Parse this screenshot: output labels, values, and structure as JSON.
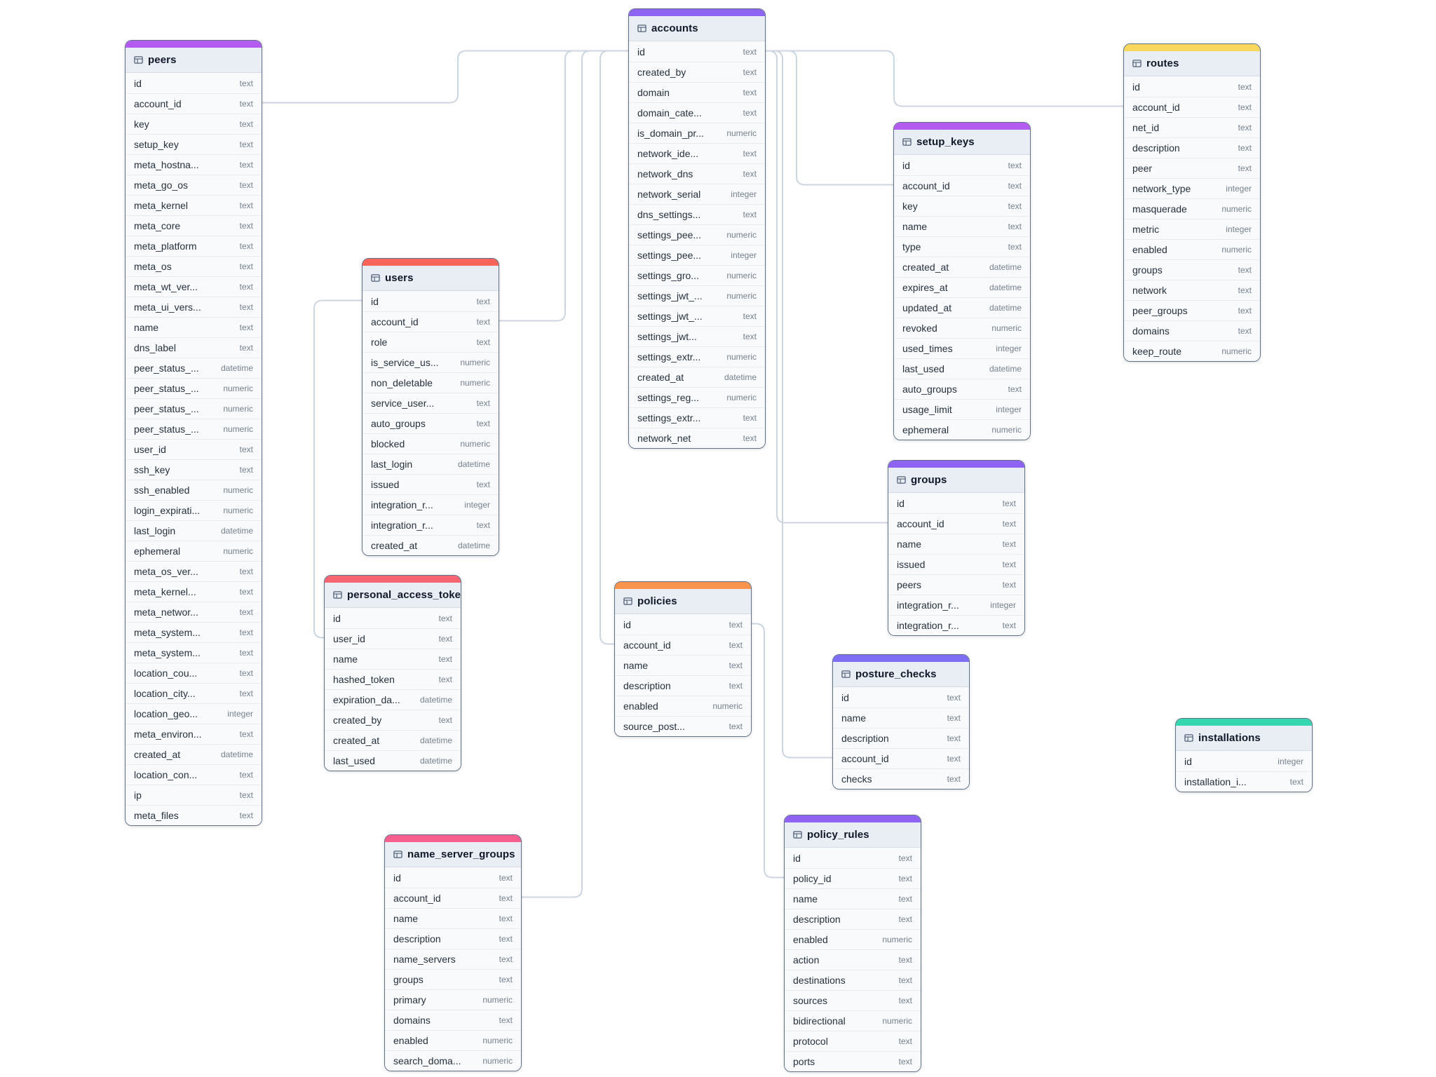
{
  "colors": {
    "canvas_background": "#ffffff",
    "connector": "#ccd6e0",
    "table_border": "#5f6f85",
    "header_background": "#e9eef5"
  },
  "table_icon": "table-grid-icon",
  "relationships": [
    {
      "from": "peers.account_id",
      "to": "accounts.id"
    },
    {
      "from": "users.account_id",
      "to": "accounts.id"
    },
    {
      "from": "name_server_groups.account_id",
      "to": "accounts.id"
    },
    {
      "from": "policies.account_id",
      "to": "accounts.id"
    },
    {
      "from": "setup_keys.account_id",
      "to": "accounts.id"
    },
    {
      "from": "groups.account_id",
      "to": "accounts.id"
    },
    {
      "from": "posture_checks.account_id",
      "to": "accounts.id"
    },
    {
      "from": "routes.account_id",
      "to": "accounts.id"
    },
    {
      "from": "policy_rules.policy_id",
      "to": "policies.id"
    },
    {
      "from": "personal_access_tokens.user_id",
      "to": "users.id"
    }
  ],
  "tables": [
    {
      "name": "peers",
      "accent": "#b55cf0",
      "fields": [
        {
          "name": "id",
          "type": "text"
        },
        {
          "name": "account_id",
          "type": "text"
        },
        {
          "name": "key",
          "type": "text"
        },
        {
          "name": "setup_key",
          "type": "text"
        },
        {
          "name": "meta_hostna...",
          "type": "text"
        },
        {
          "name": "meta_go_os",
          "type": "text"
        },
        {
          "name": "meta_kernel",
          "type": "text"
        },
        {
          "name": "meta_core",
          "type": "text"
        },
        {
          "name": "meta_platform",
          "type": "text"
        },
        {
          "name": "meta_os",
          "type": "text"
        },
        {
          "name": "meta_wt_ver...",
          "type": "text"
        },
        {
          "name": "meta_ui_vers...",
          "type": "text"
        },
        {
          "name": "name",
          "type": "text"
        },
        {
          "name": "dns_label",
          "type": "text"
        },
        {
          "name": "peer_status_...",
          "type": "datetime"
        },
        {
          "name": "peer_status_...",
          "type": "numeric"
        },
        {
          "name": "peer_status_...",
          "type": "numeric"
        },
        {
          "name": "peer_status_...",
          "type": "numeric"
        },
        {
          "name": "user_id",
          "type": "text"
        },
        {
          "name": "ssh_key",
          "type": "text"
        },
        {
          "name": "ssh_enabled",
          "type": "numeric"
        },
        {
          "name": "login_expirati...",
          "type": "numeric"
        },
        {
          "name": "last_login",
          "type": "datetime"
        },
        {
          "name": "ephemeral",
          "type": "numeric"
        },
        {
          "name": "meta_os_ver...",
          "type": "text"
        },
        {
          "name": "meta_kernel...",
          "type": "text"
        },
        {
          "name": "meta_networ...",
          "type": "text"
        },
        {
          "name": "meta_system...",
          "type": "text"
        },
        {
          "name": "meta_system...",
          "type": "text"
        },
        {
          "name": "location_cou...",
          "type": "text"
        },
        {
          "name": "location_city...",
          "type": "text"
        },
        {
          "name": "location_geo...",
          "type": "integer"
        },
        {
          "name": "meta_environ...",
          "type": "text"
        },
        {
          "name": "created_at",
          "type": "datetime"
        },
        {
          "name": "location_con...",
          "type": "text"
        },
        {
          "name": "ip",
          "type": "text"
        },
        {
          "name": "meta_files",
          "type": "text"
        }
      ]
    },
    {
      "name": "users",
      "accent": "#f9655b",
      "fields": [
        {
          "name": "id",
          "type": "text"
        },
        {
          "name": "account_id",
          "type": "text"
        },
        {
          "name": "role",
          "type": "text"
        },
        {
          "name": "is_service_us...",
          "type": "numeric"
        },
        {
          "name": "non_deletable",
          "type": "numeric"
        },
        {
          "name": "service_user...",
          "type": "text"
        },
        {
          "name": "auto_groups",
          "type": "text"
        },
        {
          "name": "blocked",
          "type": "numeric"
        },
        {
          "name": "last_login",
          "type": "datetime"
        },
        {
          "name": "issued",
          "type": "text"
        },
        {
          "name": "integration_r...",
          "type": "integer"
        },
        {
          "name": "integration_r...",
          "type": "text"
        },
        {
          "name": "created_at",
          "type": "datetime"
        }
      ]
    },
    {
      "name": "accounts",
      "accent": "#8f63f2",
      "fields": [
        {
          "name": "id",
          "type": "text"
        },
        {
          "name": "created_by",
          "type": "text"
        },
        {
          "name": "domain",
          "type": "text"
        },
        {
          "name": "domain_cate...",
          "type": "text"
        },
        {
          "name": "is_domain_pr...",
          "type": "numeric"
        },
        {
          "name": "network_ide...",
          "type": "text"
        },
        {
          "name": "network_dns",
          "type": "text"
        },
        {
          "name": "network_serial",
          "type": "integer"
        },
        {
          "name": "dns_settings...",
          "type": "text"
        },
        {
          "name": "settings_pee...",
          "type": "numeric"
        },
        {
          "name": "settings_pee...",
          "type": "integer"
        },
        {
          "name": "settings_gro...",
          "type": "numeric"
        },
        {
          "name": "settings_jwt_...",
          "type": "numeric"
        },
        {
          "name": "settings_jwt_...",
          "type": "text"
        },
        {
          "name": "settings_jwt...",
          "type": "text"
        },
        {
          "name": "settings_extr...",
          "type": "numeric"
        },
        {
          "name": "created_at",
          "type": "datetime"
        },
        {
          "name": "settings_reg...",
          "type": "numeric"
        },
        {
          "name": "settings_extr...",
          "type": "text"
        },
        {
          "name": "network_net",
          "type": "text"
        }
      ]
    },
    {
      "name": "personal_access_tokens",
      "accent": "#f86672",
      "fields": [
        {
          "name": "id",
          "type": "text"
        },
        {
          "name": "user_id",
          "type": "text"
        },
        {
          "name": "name",
          "type": "text"
        },
        {
          "name": "hashed_token",
          "type": "text"
        },
        {
          "name": "expiration_da...",
          "type": "datetime"
        },
        {
          "name": "created_by",
          "type": "text"
        },
        {
          "name": "created_at",
          "type": "datetime"
        },
        {
          "name": "last_used",
          "type": "datetime"
        }
      ]
    },
    {
      "name": "name_server_groups",
      "accent": "#f75f8e",
      "fields": [
        {
          "name": "id",
          "type": "text"
        },
        {
          "name": "account_id",
          "type": "text"
        },
        {
          "name": "name",
          "type": "text"
        },
        {
          "name": "description",
          "type": "text"
        },
        {
          "name": "name_servers",
          "type": "text"
        },
        {
          "name": "groups",
          "type": "text"
        },
        {
          "name": "primary",
          "type": "numeric"
        },
        {
          "name": "domains",
          "type": "text"
        },
        {
          "name": "enabled",
          "type": "numeric"
        },
        {
          "name": "search_doma...",
          "type": "numeric"
        }
      ]
    },
    {
      "name": "policies",
      "accent": "#f9944d",
      "fields": [
        {
          "name": "id",
          "type": "text"
        },
        {
          "name": "account_id",
          "type": "text"
        },
        {
          "name": "name",
          "type": "text"
        },
        {
          "name": "description",
          "type": "text"
        },
        {
          "name": "enabled",
          "type": "numeric"
        },
        {
          "name": "source_post...",
          "type": "text"
        }
      ]
    },
    {
      "name": "setup_keys",
      "accent": "#b55cf0",
      "fields": [
        {
          "name": "id",
          "type": "text"
        },
        {
          "name": "account_id",
          "type": "text"
        },
        {
          "name": "key",
          "type": "text"
        },
        {
          "name": "name",
          "type": "text"
        },
        {
          "name": "type",
          "type": "text"
        },
        {
          "name": "created_at",
          "type": "datetime"
        },
        {
          "name": "expires_at",
          "type": "datetime"
        },
        {
          "name": "updated_at",
          "type": "datetime"
        },
        {
          "name": "revoked",
          "type": "numeric"
        },
        {
          "name": "used_times",
          "type": "integer"
        },
        {
          "name": "last_used",
          "type": "datetime"
        },
        {
          "name": "auto_groups",
          "type": "text"
        },
        {
          "name": "usage_limit",
          "type": "integer"
        },
        {
          "name": "ephemeral",
          "type": "numeric"
        }
      ]
    },
    {
      "name": "groups",
      "accent": "#8f63f2",
      "fields": [
        {
          "name": "id",
          "type": "text"
        },
        {
          "name": "account_id",
          "type": "text"
        },
        {
          "name": "name",
          "type": "text"
        },
        {
          "name": "issued",
          "type": "text"
        },
        {
          "name": "peers",
          "type": "text"
        },
        {
          "name": "integration_r...",
          "type": "integer"
        },
        {
          "name": "integration_r...",
          "type": "text"
        }
      ]
    },
    {
      "name": "posture_checks",
      "accent": "#7d6ef4",
      "fields": [
        {
          "name": "id",
          "type": "text"
        },
        {
          "name": "name",
          "type": "text"
        },
        {
          "name": "description",
          "type": "text"
        },
        {
          "name": "account_id",
          "type": "text"
        },
        {
          "name": "checks",
          "type": "text"
        }
      ]
    },
    {
      "name": "policy_rules",
      "accent": "#8f63f2",
      "fields": [
        {
          "name": "id",
          "type": "text"
        },
        {
          "name": "policy_id",
          "type": "text"
        },
        {
          "name": "name",
          "type": "text"
        },
        {
          "name": "description",
          "type": "text"
        },
        {
          "name": "enabled",
          "type": "numeric"
        },
        {
          "name": "action",
          "type": "text"
        },
        {
          "name": "destinations",
          "type": "text"
        },
        {
          "name": "sources",
          "type": "text"
        },
        {
          "name": "bidirectional",
          "type": "numeric"
        },
        {
          "name": "protocol",
          "type": "text"
        },
        {
          "name": "ports",
          "type": "text"
        }
      ]
    },
    {
      "name": "routes",
      "accent": "#f9d65c",
      "fields": [
        {
          "name": "id",
          "type": "text"
        },
        {
          "name": "account_id",
          "type": "text"
        },
        {
          "name": "net_id",
          "type": "text"
        },
        {
          "name": "description",
          "type": "text"
        },
        {
          "name": "peer",
          "type": "text"
        },
        {
          "name": "network_type",
          "type": "integer"
        },
        {
          "name": "masquerade",
          "type": "numeric"
        },
        {
          "name": "metric",
          "type": "integer"
        },
        {
          "name": "enabled",
          "type": "numeric"
        },
        {
          "name": "groups",
          "type": "text"
        },
        {
          "name": "network",
          "type": "text"
        },
        {
          "name": "peer_groups",
          "type": "text"
        },
        {
          "name": "domains",
          "type": "text"
        },
        {
          "name": "keep_route",
          "type": "numeric"
        }
      ]
    },
    {
      "name": "installations",
      "accent": "#36d6b0",
      "fields": [
        {
          "name": "id",
          "type": "integer"
        },
        {
          "name": "installation_i...",
          "type": "text"
        }
      ]
    }
  ]
}
